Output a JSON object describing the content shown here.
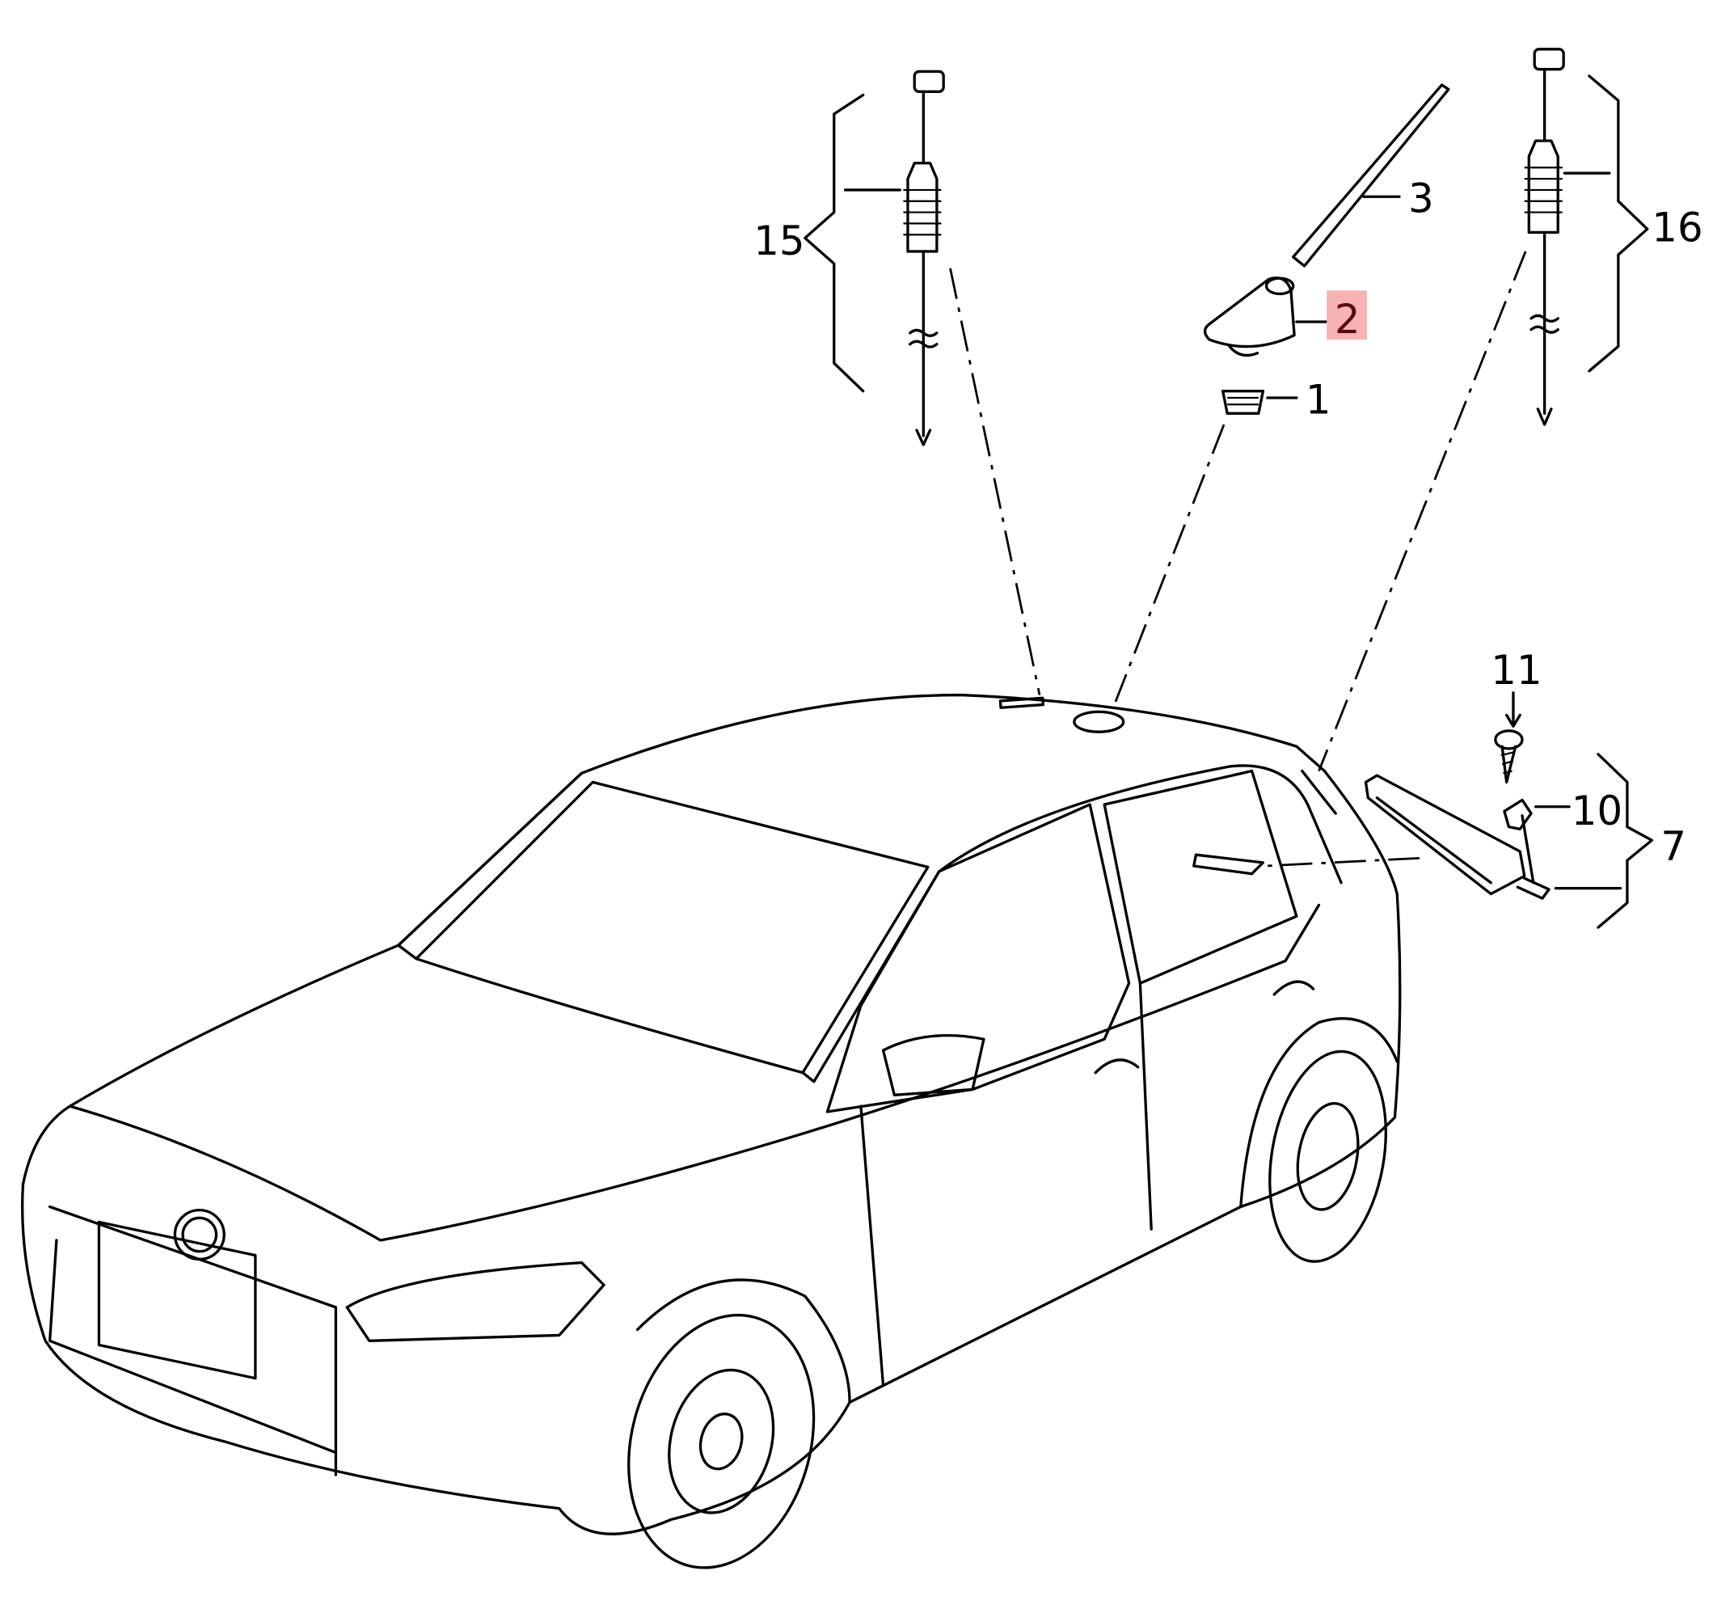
{
  "diagram": {
    "labels": {
      "p1": "1",
      "p2": "2",
      "p3": "3",
      "p7": "7",
      "p10": "10",
      "p11": "11",
      "p15": "15",
      "p16": "16"
    },
    "highlighted_part": "2",
    "highlight_color": "#f7b3b3"
  }
}
